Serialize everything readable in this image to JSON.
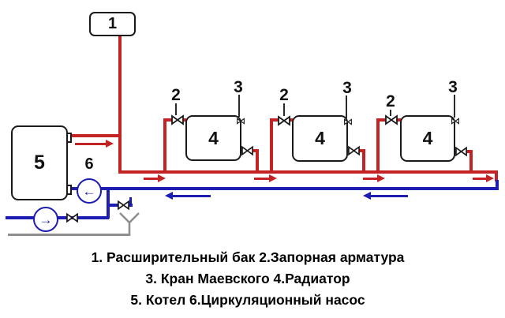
{
  "diagram": {
    "colors": {
      "supply": "#c32323",
      "return": "#1d1db2",
      "drain": "#8f8f8f",
      "ink": "#111111"
    },
    "labels": {
      "expansion_tank": "1",
      "shutoff_valve": "2",
      "air_vent": "3",
      "radiator": "4",
      "boiler": "5",
      "pump": "6"
    },
    "pump_arrow_left": "←",
    "pump_arrow_right": "→",
    "caption": {
      "line1": "1. Расширительный бак 2.Запорная арматура",
      "line2": "3. Кран Маевского 4.Радиатор",
      "line3": "5. Котел 6.Циркуляционный насос"
    }
  }
}
